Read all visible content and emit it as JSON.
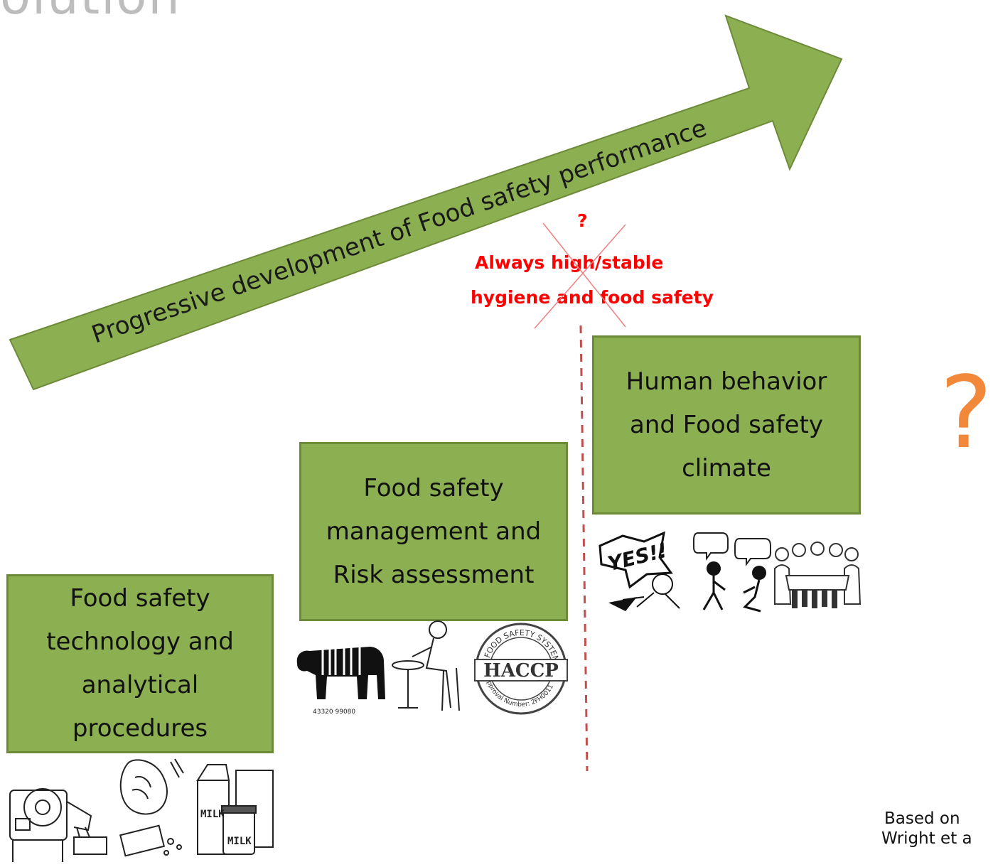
{
  "slide": {
    "title_fragment": "olution"
  },
  "arrow": {
    "label": "Progressive development of Food safety performance",
    "fill": "#8cb051"
  },
  "stages": [
    {
      "text": "Food safety\ntechnology and\nanalytical\nprocedures"
    },
    {
      "text": "Food safety\nmanagement and\nRisk assessment"
    },
    {
      "text": "Human behavior\nand Food safety\nclimate"
    }
  ],
  "crossed_note": {
    "question": "?",
    "line1": "Always high/stable",
    "line2": "hygiene and food safety",
    "color": "#ff0000"
  },
  "side_question": {
    "text": "?",
    "color": "#f2883a"
  },
  "citation": {
    "line1": "Based on",
    "line2": "Wright et a"
  },
  "icons": {
    "stage1": [
      "coffee-roaster-machine-icon",
      "hand-washing-soap-icon",
      "milk-cartons-icon"
    ],
    "stage1_labels": {
      "milk_carton": "MILK",
      "powder_milk": "MILK"
    },
    "stage2": [
      "barcode-cow-icon",
      "man-eating-at-table-icon",
      "haccp-seal-icon"
    ],
    "stage2_labels": {
      "barcode_number": "43320 99080",
      "haccp": "HACCP",
      "seal_ring": "FOOD SAFETY SYSTEM",
      "seal_bottom": "Approval Number: 2FH0011"
    },
    "stage3": [
      "yes-shouting-person-icon",
      "two-people-talking-icon",
      "team-hands-together-icon"
    ],
    "stage3_labels": {
      "yes": "YES!!"
    }
  }
}
